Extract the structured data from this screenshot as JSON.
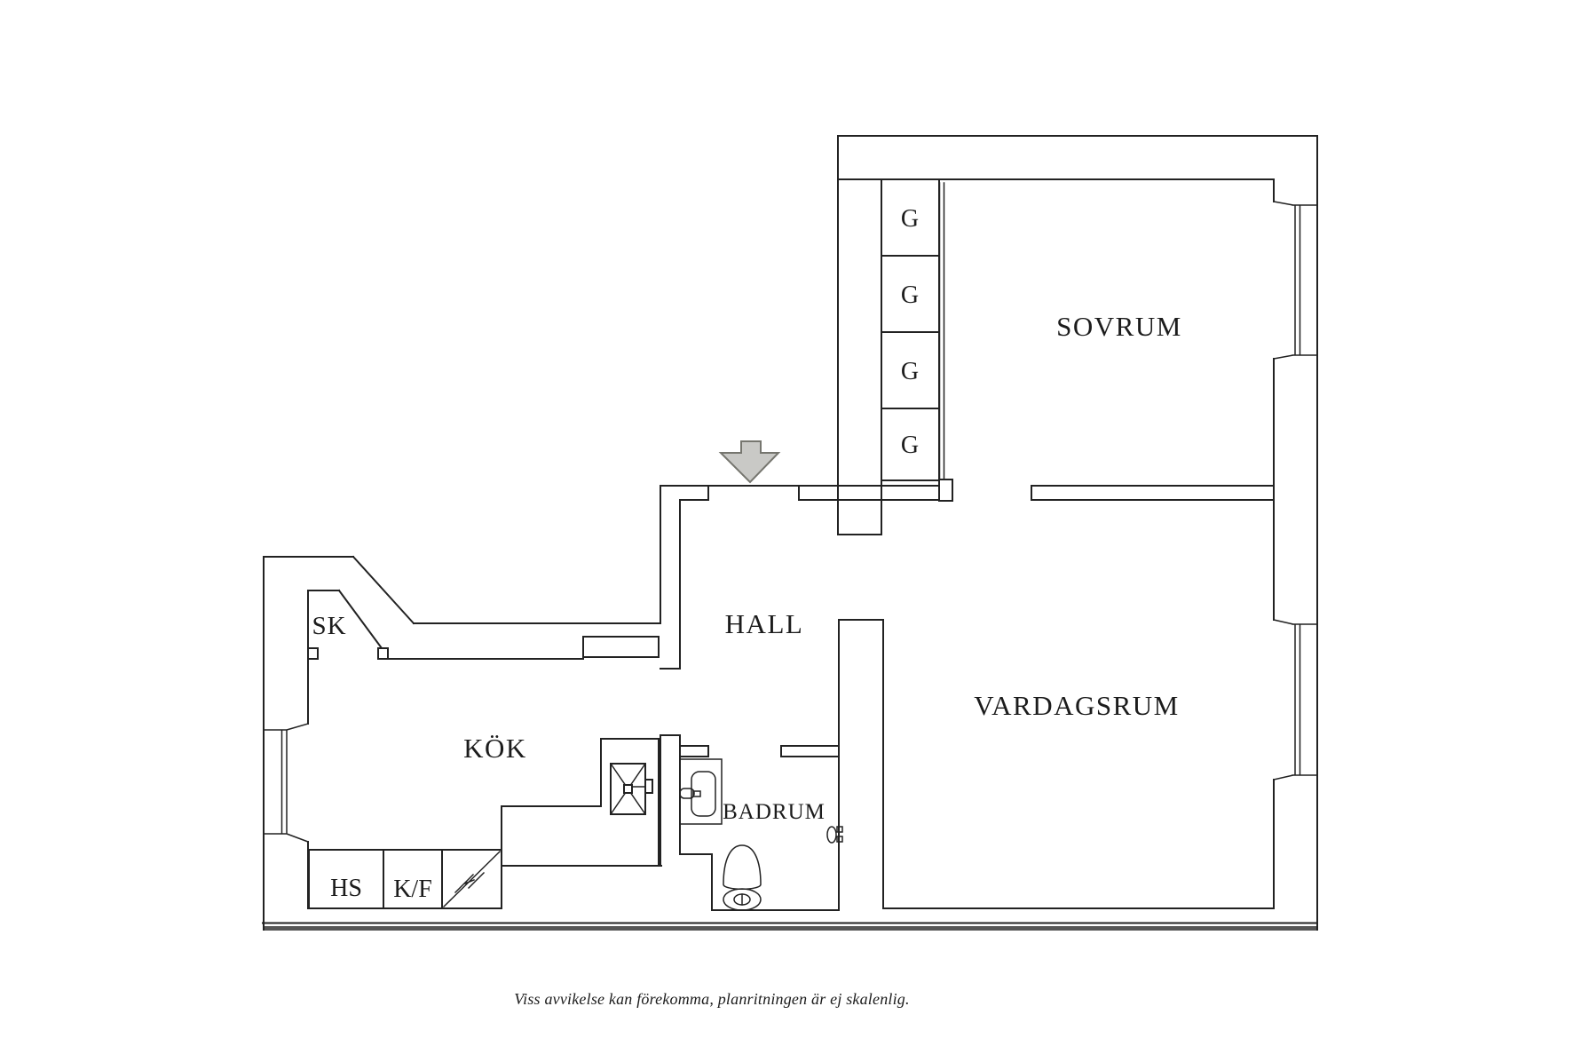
{
  "rooms": {
    "sovrum": "SOVRUM",
    "vardagsrum": "VARDAGSRUM",
    "hall": "HALL",
    "kok": "KÖK",
    "badrum": "BADRUM"
  },
  "storage": {
    "sk": "SK",
    "hs": "HS",
    "kf": "K/F",
    "closets": [
      {
        "label": "G"
      },
      {
        "label": "G"
      },
      {
        "label": "G"
      },
      {
        "label": "G"
      }
    ]
  },
  "caption": "Viss avvikelse kan förekomma, planritningen är ej skalenlig.",
  "colors": {
    "line": "#222222",
    "south_wall_band": "#565656",
    "arrow_fill": "#c9c9c6",
    "arrow_stroke": "#76766f",
    "text": "#1c1c1c",
    "background": "#ffffff"
  },
  "icons": {
    "entry_arrow": "entry-arrow-icon",
    "toilet": "toilet-icon",
    "washbasin": "washbasin-icon",
    "shower": "shower-icon",
    "windows": "window-icon",
    "wardrobe_doors": "sliding-door-track-icon",
    "bench_diagonal": "fold-bench-icon",
    "door_knob": "door-knob-icon"
  }
}
